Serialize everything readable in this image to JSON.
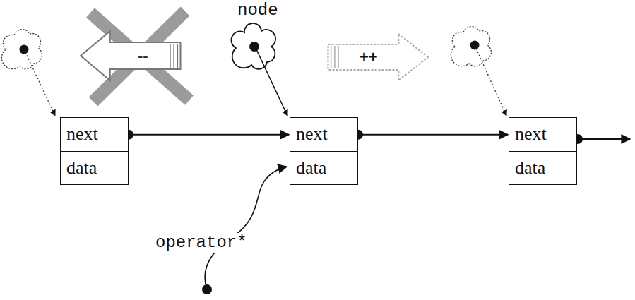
{
  "diagram": {
    "nodes": [
      {
        "text": [
          "--"
        ]
      },
      {
        "text": [
          "++"
        ]
      },
      {
        "text": [
          "next",
          "data"
        ]
      },
      {
        "text": [
          "next",
          "data"
        ]
      },
      {
        "text": [
          "next",
          "data"
        ]
      }
    ],
    "edges": [
      {
        "from": 2,
        "to": 3,
        "arrow": "to"
      },
      {
        "from": 3,
        "to": 4,
        "arrow": "to"
      }
    ],
    "labels": [
      "node",
      "operator*"
    ]
  }
}
